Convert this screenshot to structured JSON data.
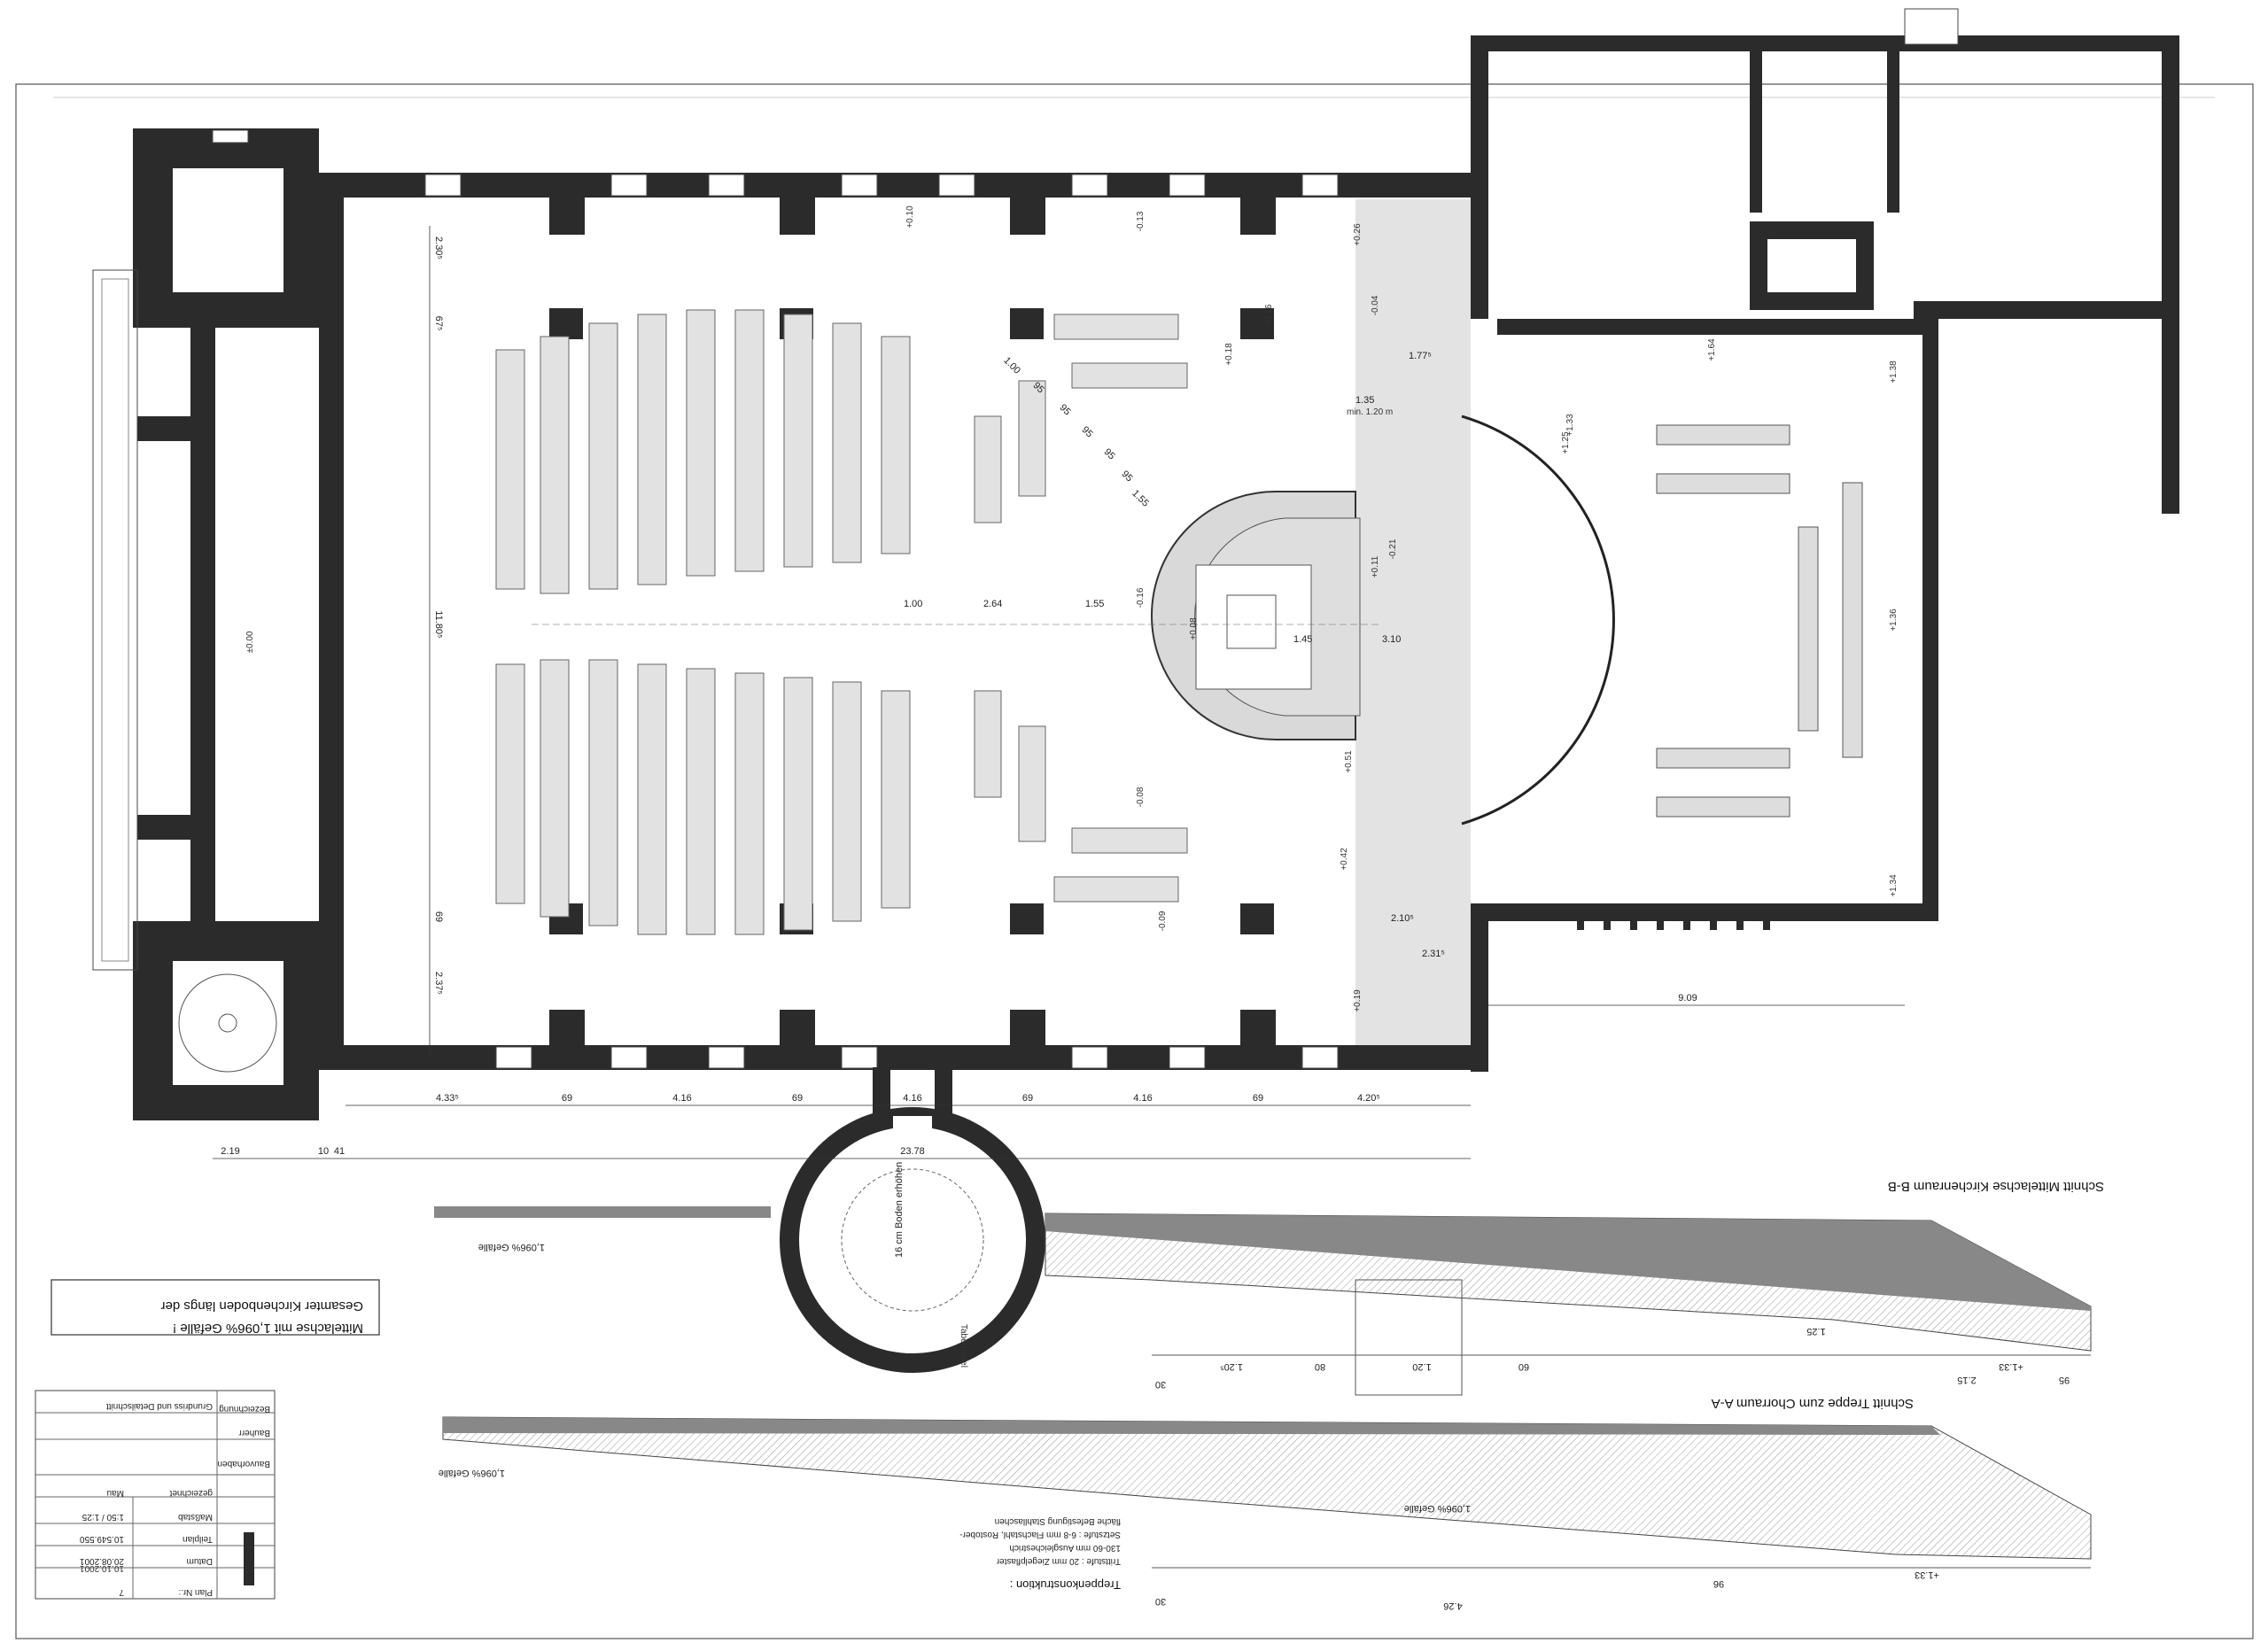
{
  "drawing": {
    "section_titles": {
      "bb": "Schnitt Mittelachse Kirchenraum   B-B",
      "aa": "Schnitt Treppe zum Chorraum   A-A"
    },
    "note_box": [
      "Gesamter Kirchenboden längs der",
      "Mittelachse mit 1,096% Gefälle !"
    ],
    "slope_label": "1,096% Gefälle",
    "floor_note": "16 cm Boden erhöhen",
    "tabernakel": "Tabernakel",
    "stair_construction": {
      "title": "Treppenkonstruktion :",
      "lines": [
        "Trittstufe : 20 mm Ziegelpflaster",
        "               130-60 mm Ausgleichestrich",
        "Setzstufe : 6-8 mm Flachstahl, Rostober-",
        "               fläche Befestigung Stahllaschen"
      ]
    },
    "title_block": {
      "plan_nr_label": "Plan Nr.:",
      "plan_nr": "7",
      "datum_label": "Datum",
      "datum": "20.08.2001",
      "datum_sub": "10.10.2001",
      "massstab_label": "Maßstab",
      "massstab": "1:50 / 1:25",
      "teilplan_label": "Teilplan",
      "teilplan": "10.549.550",
      "gezeichnet_label": "gezeichnet",
      "gezeichnet": "Mau",
      "bauvorhaben_label": "Bauvorhaben",
      "bauherr_label": "Bauherr",
      "bezeichnung_label": "Bezeichnung",
      "bezeichnung": "Grundriss und Detailschnitt"
    },
    "dimensions_bottom": [
      "4.33⁵",
      "69",
      "4.16",
      "69",
      "4.16",
      "69",
      "4.16",
      "69",
      "4.20⁵"
    ],
    "dimensions_total": [
      "2.19",
      "10",
      "41",
      "23.78"
    ],
    "dimension_right_hall": "9.09",
    "dimensions_vertical_left": [
      "2.30⁵",
      "67⁵",
      "11.80⁵",
      "69",
      "2.37⁵"
    ],
    "dimensions_chancel": [
      "1.00",
      "2.64",
      "1.55",
      "1.35",
      "1.45",
      "3.10",
      "2.10⁵",
      "2.31⁵",
      "1.77⁵",
      "min. 1.20 m"
    ],
    "dimensions_arc": [
      "1.00",
      "95",
      "95",
      "95",
      "95",
      "95",
      "1.55"
    ],
    "levels": [
      "±0.00",
      "+0.10",
      "-0.13",
      "+0.18",
      "-0.16",
      "+0.26",
      "-0.04",
      "+0.42",
      "-0.08",
      "+0.51",
      "-0.09",
      "+1.64",
      "+1.38",
      "+1.36",
      "+1.34",
      "+1.33",
      "+1.25",
      "-0.21",
      "+0.11",
      "-0.16",
      "+0.08",
      "+0.19"
    ],
    "section_bb_dims": [
      "30",
      "60",
      "1.20",
      "80",
      "1.20⁵",
      "1.25",
      "2.15",
      "95",
      "+1.33"
    ],
    "section_aa_dims": [
      "30",
      "96",
      "4.26",
      "+1.33"
    ]
  }
}
